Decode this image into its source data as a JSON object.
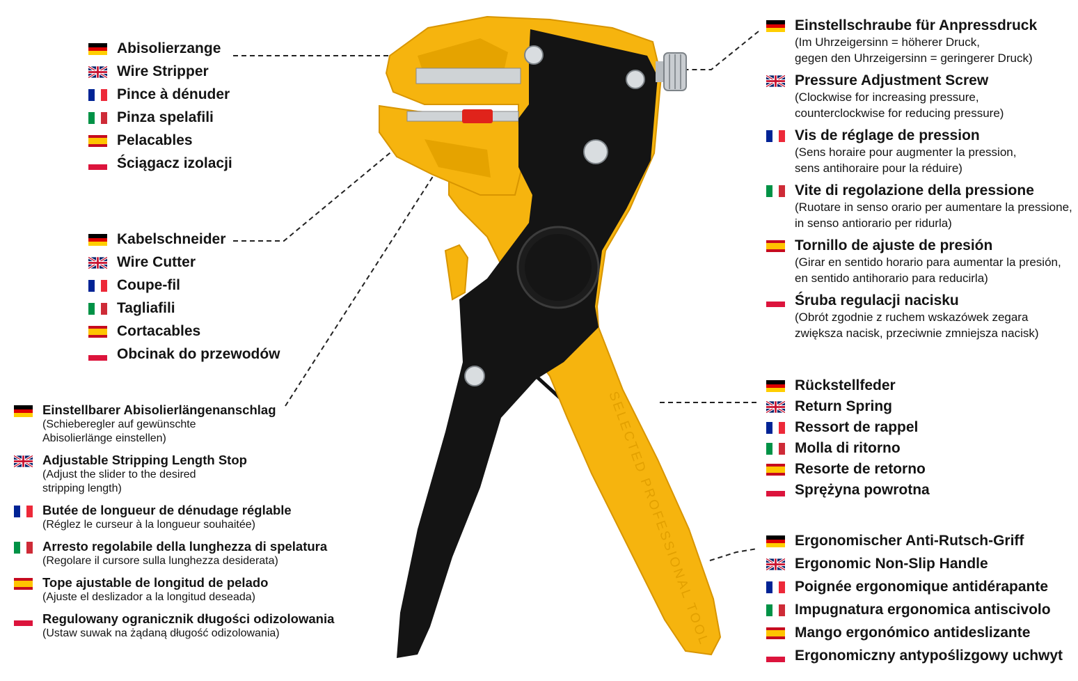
{
  "colors": {
    "yellow": "#f6b40e",
    "yellow_dark": "#d89500",
    "black": "#141414",
    "dash": "#222222",
    "de": [
      "#000000",
      "#dd0000",
      "#ffce00"
    ],
    "fr": [
      "#002395",
      "#ffffff",
      "#ed2939"
    ],
    "it": [
      "#009246",
      "#ffffff",
      "#ce2b37"
    ],
    "es": [
      "#c60b1e",
      "#ffc400",
      "#c60b1e"
    ],
    "pl": [
      "#ffffff",
      "#dc143c"
    ],
    "gb": {
      "blue": "#012169",
      "red": "#c8102e",
      "white": "#ffffff"
    }
  },
  "tool": {
    "handle_text": "SELECTED PROFESSIONAL TOOL"
  },
  "groups": {
    "stripper": [
      {
        "flag": "de",
        "label": "Abisolierzange"
      },
      {
        "flag": "gb",
        "label": "Wire Stripper"
      },
      {
        "flag": "fr",
        "label": "Pince à dénuder"
      },
      {
        "flag": "it",
        "label": "Pinza spelafili"
      },
      {
        "flag": "es",
        "label": "Pelacables"
      },
      {
        "flag": "pl",
        "label": "Ściągacz izolacji"
      }
    ],
    "cutter": [
      {
        "flag": "de",
        "label": "Kabelschneider"
      },
      {
        "flag": "gb",
        "label": "Wire Cutter"
      },
      {
        "flag": "fr",
        "label": "Coupe-fil"
      },
      {
        "flag": "it",
        "label": "Tagliafili"
      },
      {
        "flag": "es",
        "label": "Cortacables"
      },
      {
        "flag": "pl",
        "label": "Obcinak do przewodów"
      }
    ],
    "length_stop": [
      {
        "flag": "de",
        "label": "Einstellbarer Abisolierlängenanschlag",
        "sub": [
          "(Schieberegler auf gewünschte",
          "Abisolierlänge einstellen)"
        ]
      },
      {
        "flag": "gb",
        "label": "Adjustable Stripping Length Stop",
        "sub": [
          "(Adjust the slider to the desired",
          "stripping length)"
        ]
      },
      {
        "flag": "fr",
        "label": "Butée de longueur de dénudage réglable",
        "sub": [
          "(Réglez le curseur à la longueur souhaitée)"
        ]
      },
      {
        "flag": "it",
        "label": "Arresto regolabile della lunghezza di spelatura",
        "sub": [
          "(Regolare il cursore sulla lunghezza desiderata)"
        ]
      },
      {
        "flag": "es",
        "label": "Tope ajustable de longitud de pelado",
        "sub": [
          "(Ajuste el deslizador a la longitud deseada)"
        ]
      },
      {
        "flag": "pl",
        "label": "Regulowany ogranicznik długości odizolowania",
        "sub": [
          "(Ustaw suwak na żądaną długość odizolowania)"
        ]
      }
    ],
    "pressure": [
      {
        "flag": "de",
        "label": "Einstellschraube für Anpressdruck",
        "sub": [
          "(Im Uhrzeigersinn = höherer Druck,",
          "gegen den Uhrzeigersinn = geringerer Druck)"
        ]
      },
      {
        "flag": "gb",
        "label": "Pressure Adjustment Screw",
        "sub": [
          "(Clockwise for increasing pressure,",
          "counterclockwise for reducing pressure)"
        ]
      },
      {
        "flag": "fr",
        "label": "Vis de réglage de pression",
        "sub": [
          "(Sens horaire pour augmenter la pression,",
          "sens antihoraire pour la réduire)"
        ]
      },
      {
        "flag": "it",
        "label": "Vite di regolazione della pressione",
        "sub": [
          "(Ruotare in senso orario per aumentare la pressione,",
          "in senso antiorario per ridurla)"
        ]
      },
      {
        "flag": "es",
        "label": "Tornillo de ajuste de presión",
        "sub": [
          "(Girar en sentido horario para aumentar la presión,",
          "en sentido antihorario para reducirla)"
        ]
      },
      {
        "flag": "pl",
        "label": "Śruba regulacji nacisku",
        "sub": [
          "(Obrót zgodnie z ruchem wskazówek zegara",
          "zwiększa nacisk, przeciwnie zmniejsza nacisk)"
        ]
      }
    ],
    "spring": [
      {
        "flag": "de",
        "label": "Rückstellfeder"
      },
      {
        "flag": "gb",
        "label": "Return Spring"
      },
      {
        "flag": "fr",
        "label": "Ressort de rappel"
      },
      {
        "flag": "it",
        "label": "Molla di ritorno"
      },
      {
        "flag": "es",
        "label": "Resorte de retorno"
      },
      {
        "flag": "pl",
        "label": "Sprężyna powrotna"
      }
    ],
    "handle": [
      {
        "flag": "de",
        "label": "Ergonomischer Anti-Rutsch-Griff"
      },
      {
        "flag": "gb",
        "label": "Ergonomic Non-Slip Handle"
      },
      {
        "flag": "fr",
        "label": "Poignée ergonomique antidérapante"
      },
      {
        "flag": "it",
        "label": "Impugnatura ergonomica antiscivolo"
      },
      {
        "flag": "es",
        "label": "Mango ergonómico antideslizante"
      },
      {
        "flag": "pl",
        "label": "Ergonomiczny antypoślizgowy uchwyt"
      }
    ]
  }
}
